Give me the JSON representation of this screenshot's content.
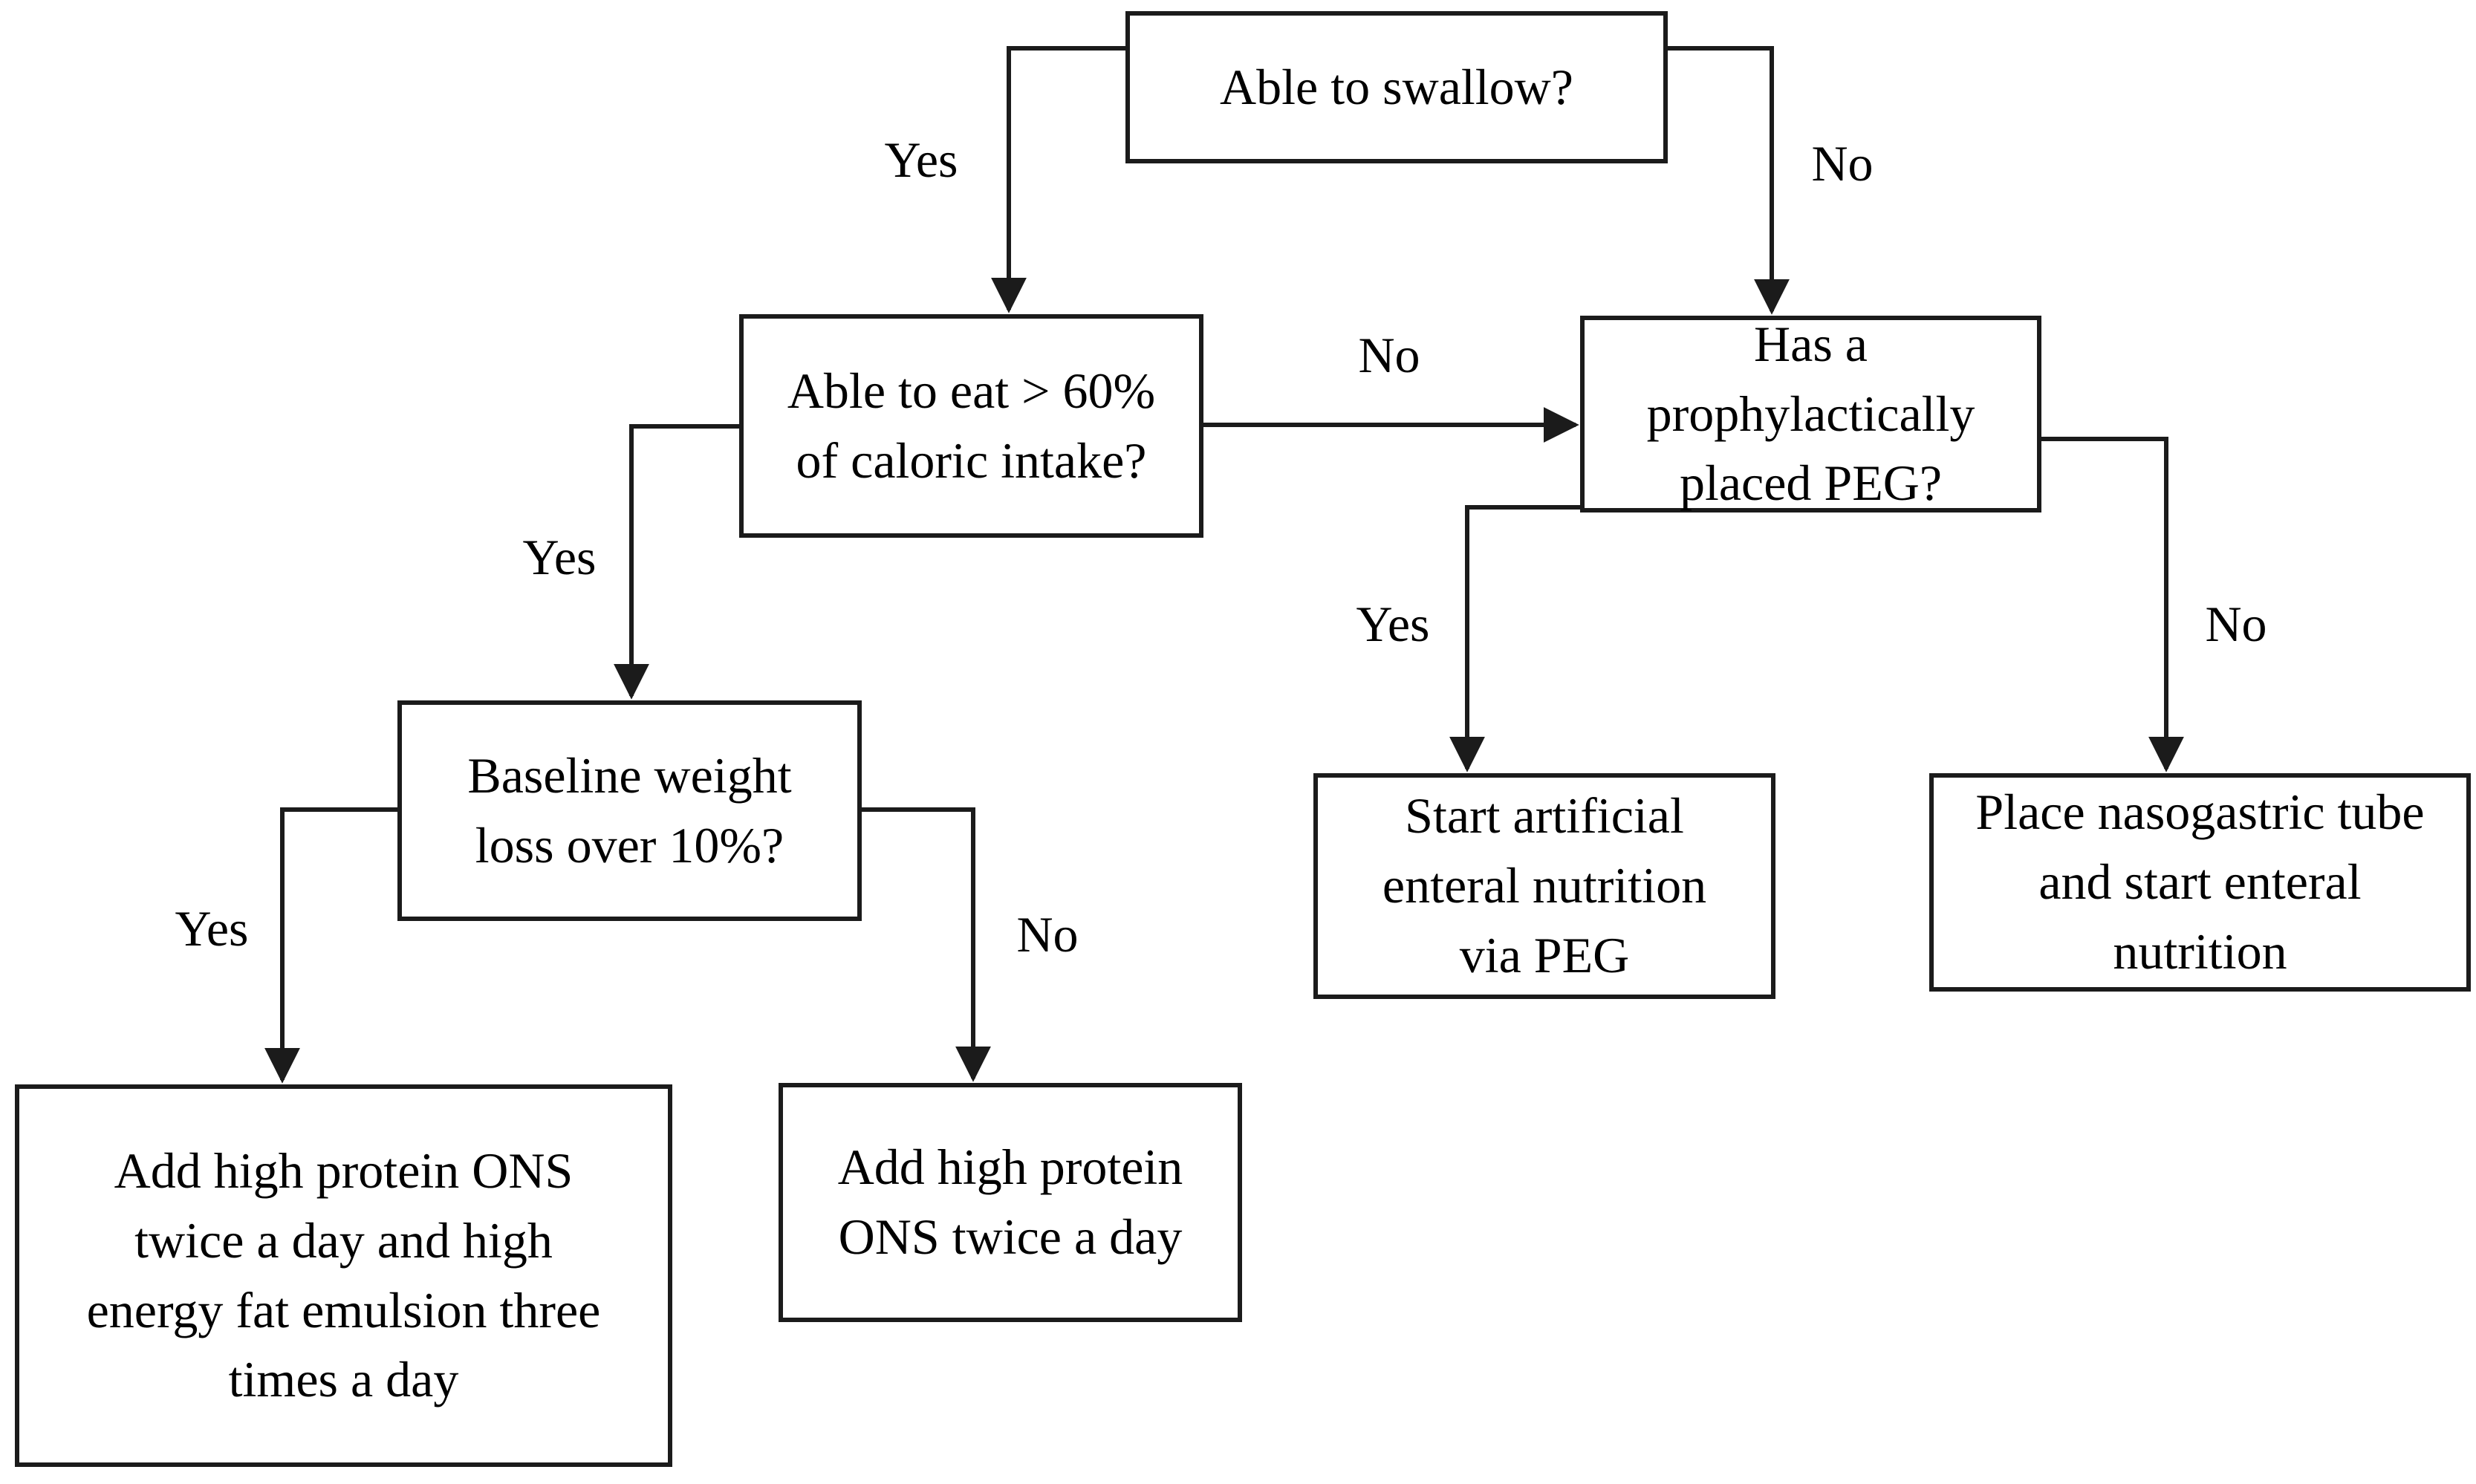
{
  "diagram": {
    "title": "Nutrition decision flowchart",
    "colors": {
      "line": "#1b1b1b",
      "text": "#000000",
      "background": "#ffffff"
    },
    "nodes": {
      "able_to_swallow": {
        "label": "Able to swallow?"
      },
      "able_to_eat": {
        "label": "Able to eat > 60%\nof caloric intake?"
      },
      "has_peg": {
        "label": "Has a\nprophylactically\nplaced PEG?"
      },
      "baseline_weight": {
        "label": "Baseline weight\nloss over 10%?"
      },
      "start_peg": {
        "label": "Start artificial\nenteral nutrition\nvia PEG"
      },
      "place_ng": {
        "label": "Place nasogastric tube\nand start enteral\nnutrition"
      },
      "add_ons_big": {
        "label": "Add high protein ONS\ntwice a day and high\nenergy fat emulsion three\ntimes a day"
      },
      "add_ons_small": {
        "label": "Add high protein\nONS twice a day"
      }
    },
    "edge_labels": {
      "swallow_yes": "Yes",
      "swallow_no": "No",
      "eat_yes": "Yes",
      "eat_no": "No",
      "peg_yes": "Yes",
      "peg_no": "No",
      "weight_yes": "Yes",
      "weight_no": "No"
    }
  }
}
